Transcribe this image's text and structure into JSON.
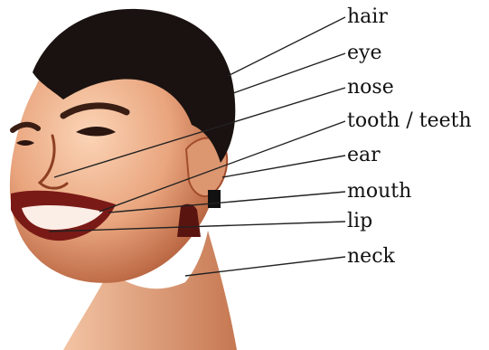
{
  "diagram": {
    "labels": [
      {
        "id": "hair",
        "text": "hair"
      },
      {
        "id": "eye",
        "text": "eye"
      },
      {
        "id": "nose",
        "text": "nose"
      },
      {
        "id": "teeth",
        "text": "tooth / teeth"
      },
      {
        "id": "ear",
        "text": "ear"
      },
      {
        "id": "mouth",
        "text": "mouth"
      },
      {
        "id": "lip",
        "text": "lip"
      },
      {
        "id": "neck",
        "text": "neck"
      }
    ],
    "colors": {
      "skin": "#e9a57e",
      "skin_shadow": "#b05a36",
      "hair": "#1a1210",
      "lips": "#7a1a16",
      "teeth": "#fbeee6",
      "leader_line": "#222222",
      "label_text": "#111111"
    }
  }
}
